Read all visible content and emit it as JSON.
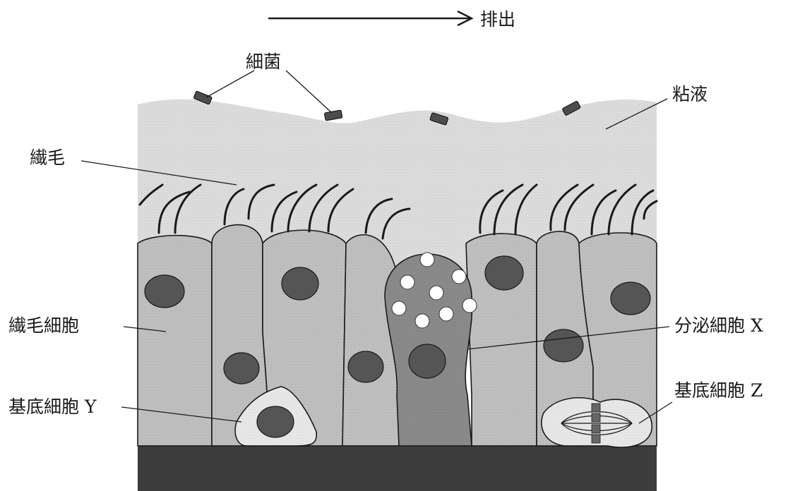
{
  "labels": {
    "excretion": "排出",
    "bacteria": "細菌",
    "mucus": "粘液",
    "cilia": "繊毛",
    "ciliated_cell": "繊毛細胞",
    "secretory_cell": "分泌細胞 X",
    "basal_cell_y": "基底細胞 Y",
    "basal_cell_z": "基底細胞 Z"
  },
  "colors": {
    "mucus": "#dcdcdc",
    "cell": "#bdbdbd",
    "secretory_cell": "#8a8a8a",
    "nucleus": "#555555",
    "basal_cell": "#e6e6e6",
    "basement": "#3c3c3c",
    "granule": "#ffffff"
  }
}
